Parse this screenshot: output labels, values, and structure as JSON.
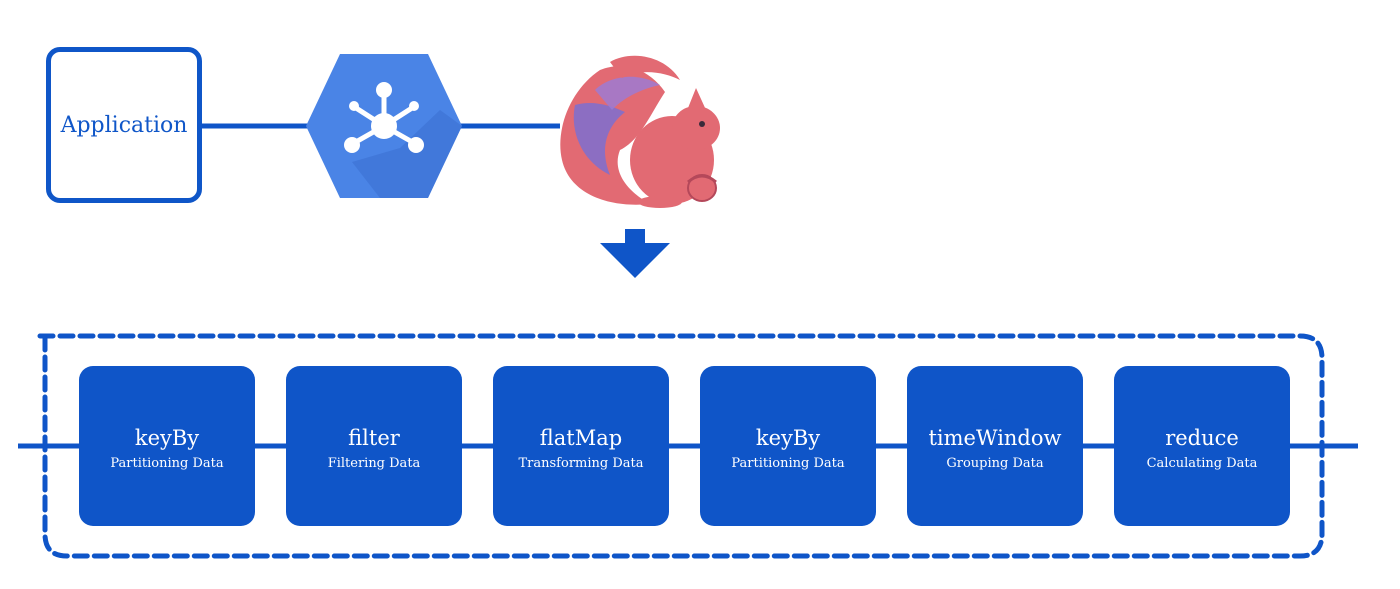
{
  "source": {
    "label": "Application"
  },
  "pipeline": {
    "stages": [
      {
        "name": "keyBy",
        "desc": "Partitioning Data"
      },
      {
        "name": "filter",
        "desc": "Filtering Data"
      },
      {
        "name": "flatMap",
        "desc": "Transforming Data"
      },
      {
        "name": "keyBy",
        "desc": "Partitioning Data"
      },
      {
        "name": "timeWindow",
        "desc": "Grouping Data"
      },
      {
        "name": "reduce",
        "desc": "Calculating Data"
      }
    ]
  },
  "colors": {
    "primary": "#0f55c8",
    "hexagon": "#4a84e6",
    "squirrel": "#e26a73",
    "squirrel_tail": "#7d6fd0"
  },
  "icons": {
    "messaging": "pubsub-hexagon-icon",
    "processor": "squirrel-icon",
    "arrow": "arrow-down-icon"
  }
}
